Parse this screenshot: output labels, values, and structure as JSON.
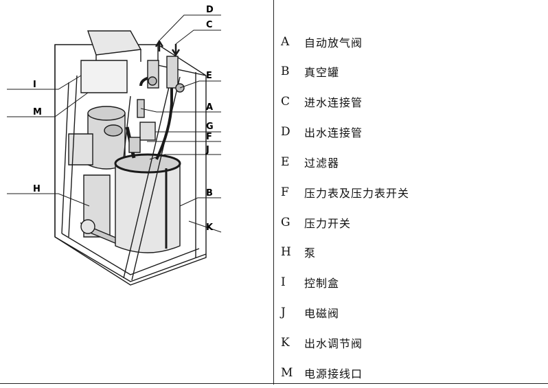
{
  "callouts": [
    "D",
    "C",
    "E",
    "I",
    "M",
    "A",
    "G",
    "F",
    "J",
    "H",
    "B",
    "K"
  ],
  "legend": [
    {
      "letter": "A",
      "text": "自动放气阀"
    },
    {
      "letter": "B",
      "text": "真空罐"
    },
    {
      "letter": "C",
      "text": "进水连接管"
    },
    {
      "letter": "D",
      "text": "出水连接管"
    },
    {
      "letter": "E",
      "text": "过滤器"
    },
    {
      "letter": "F",
      "text": "压力表及压力表开关"
    },
    {
      "letter": "G",
      "text": "压力开关"
    },
    {
      "letter": "H",
      "text": "泵"
    },
    {
      "letter": "I",
      "text": "控制盒"
    },
    {
      "letter": "J",
      "text": "电磁阀"
    },
    {
      "letter": "K",
      "text": "出水调节阀"
    },
    {
      "letter": "M",
      "text": "电源接线口"
    }
  ]
}
